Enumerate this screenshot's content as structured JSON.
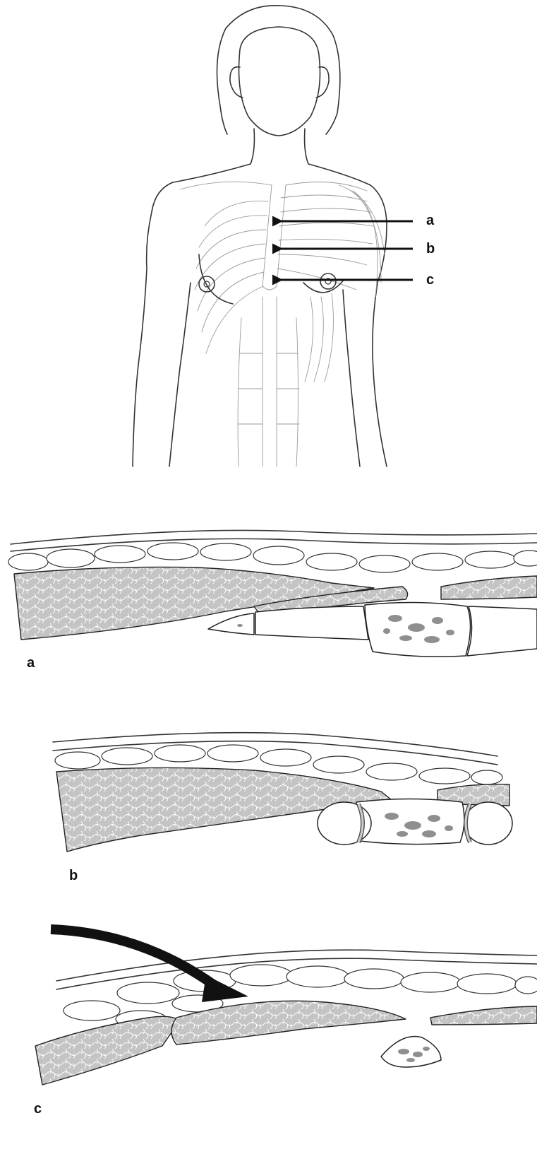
{
  "figure_labels": {
    "top_a": "a",
    "top_b": "b",
    "top_c": "c",
    "section_a": "a",
    "section_b": "b",
    "section_c": "c"
  },
  "colors": {
    "muscle_fill": "#c4c4c4",
    "outline": "#222222",
    "bone_marrow": "#8f8f8f",
    "background": "#ffffff"
  },
  "icons": {
    "pointer_arrow": "arrow-left-icon",
    "injection_arrow": "curved-arrow-icon"
  }
}
